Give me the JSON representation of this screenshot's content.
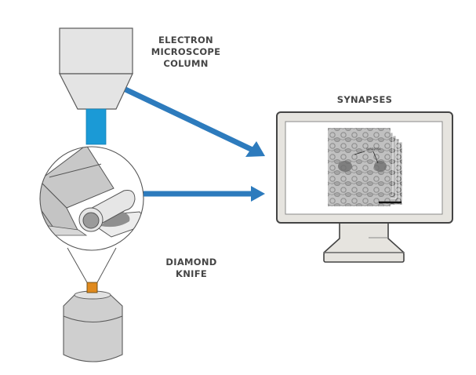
{
  "labels": {
    "column": [
      "ELECTRON",
      "MICROSCOPE",
      "COLUMN"
    ],
    "knife": [
      "DIAMOND",
      "KNIFE"
    ],
    "synapses": "SYNAPSES",
    "micrograph_annotation": "synapses"
  },
  "icons": {
    "column": "electron-microscope-column-icon",
    "beam": "electron-beam-icon",
    "magnifier": "magnified-knife-section-icon",
    "stage": "sample-block-icon",
    "monitor": "computer-monitor-icon",
    "micrograph": "micrograph-stack-icon"
  },
  "colors": {
    "arrow": "#2d7bbd",
    "beam": "#1b9ad6",
    "sample": "#e08a1e",
    "device_fill": "#e4e4e4",
    "device_stroke": "#555555",
    "monitor_frame": "#e6e4df"
  }
}
